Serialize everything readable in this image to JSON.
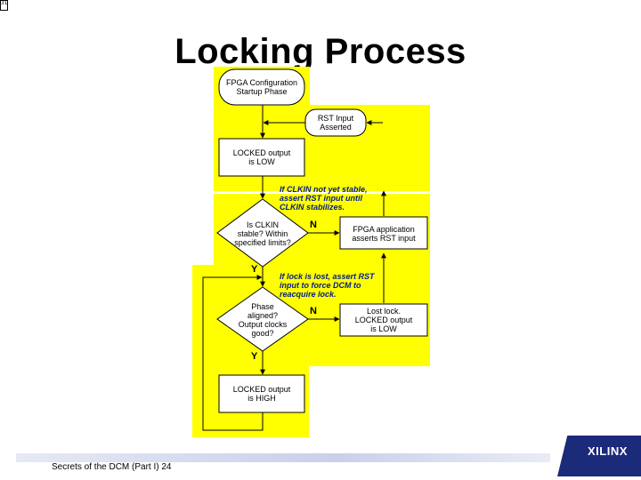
{
  "slide": {
    "title": "Locking Process",
    "corner_mark": "31",
    "footer": "Secrets of the DCM (Part I) 24"
  },
  "logo": {
    "text": "XILINX"
  },
  "flowchart": {
    "nodes": {
      "startup": "FPGA Configuration\nStartup Phase",
      "rst_input": "RST Input\nAsserted",
      "locked_low": "LOCKED output\nis LOW",
      "clkin_stable": "Is CLKIN\nstable? Within\nspecified limits?",
      "fpga_app_rst": "FPGA application\nasserts RST input",
      "phase_aligned": "Phase\naligned?\nOutput clocks\ngood?",
      "lost_lock": "Lost lock.\nLOCKED output\nis LOW",
      "locked_high": "LOCKED output\nis HIGH"
    },
    "notes": {
      "clkin_note": "If CLKIN not yet stable,\nassert RST input until\nCLKIN stabilizes.",
      "lock_note": "If lock is lost, assert RST\ninput to force DCM to\nreacquire lock."
    },
    "labels": {
      "n1": "N",
      "y1": "Y",
      "n2": "N",
      "y2": "Y"
    }
  },
  "colors": {
    "highlight": "#ffff00",
    "note": "#001a8f",
    "logo": "#1c2a7a"
  }
}
